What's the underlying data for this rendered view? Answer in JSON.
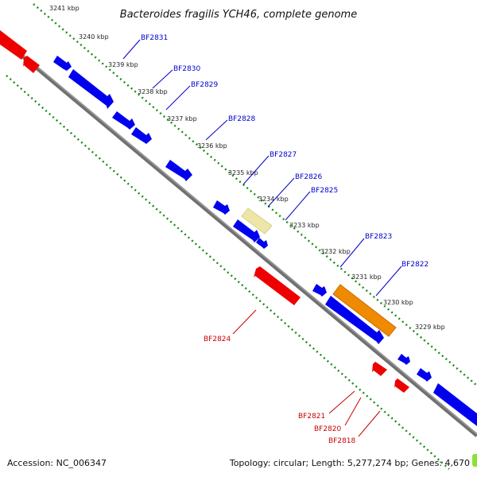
{
  "title": "Bacteroides fragilis YCH46, complete genome",
  "footer": {
    "accession": "Accession: NC_006347",
    "summary": "Topology: circular; Length: 5,277,274 bp; Genes: 4,670"
  },
  "kbp_ticks": [
    "3241 kbp",
    "3240 kbp",
    "3239 kbp",
    "3238 kbp",
    "3237 kbp",
    "3236 kbp",
    "3235 kbp",
    "3234 kbp",
    "3233 kbp",
    "3232 kbp",
    "3231 kbp",
    "3230 kbp",
    "3229 kbp"
  ],
  "gene_labels": {
    "forward": [
      "BF2831",
      "BF2830",
      "BF2829",
      "BF2828",
      "BF2827",
      "BF2826",
      "BF2825",
      "BF2823",
      "BF2822"
    ],
    "reverse": [
      "BF2824",
      "BF2821",
      "BF2820",
      "BF2818"
    ]
  },
  "colors": {
    "forward_gene": "#0000ee",
    "reverse_gene": "#ee0000",
    "backbone": "#808080",
    "scale_dots": "#1a8a1a",
    "highlight_orange": "#f08a00",
    "highlight_yellow": "#ede6a6"
  }
}
